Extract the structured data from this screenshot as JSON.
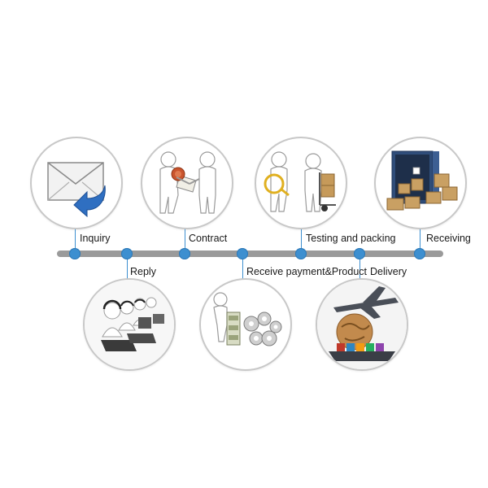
{
  "steps": [
    {
      "id": "inquiry",
      "label": "Inquiry",
      "icon": "envelope-reply-icon",
      "position": "top"
    },
    {
      "id": "reply",
      "label": "Reply",
      "icon": "call-center-icon",
      "position": "bottom"
    },
    {
      "id": "contract",
      "label": "Contract",
      "icon": "handshake-contract-icon",
      "position": "top"
    },
    {
      "id": "receive",
      "label": "Receive payment&Product",
      "icon": "money-gears-icon",
      "position": "bottom"
    },
    {
      "id": "testing",
      "label": "Testing and packing",
      "icon": "inspection-cart-icon",
      "position": "top"
    },
    {
      "id": "delivery",
      "label": "Delivery",
      "icon": "plane-ship-globe-icon",
      "position": "bottom"
    },
    {
      "id": "receiving",
      "label": "Receiving",
      "icon": "container-boxes-icon",
      "position": "top"
    }
  ],
  "colors": {
    "timeline": "#9a9a9a",
    "dot": "#3d8fd0",
    "circle_border": "#c8c8c8",
    "text": "#1a1a1a"
  }
}
